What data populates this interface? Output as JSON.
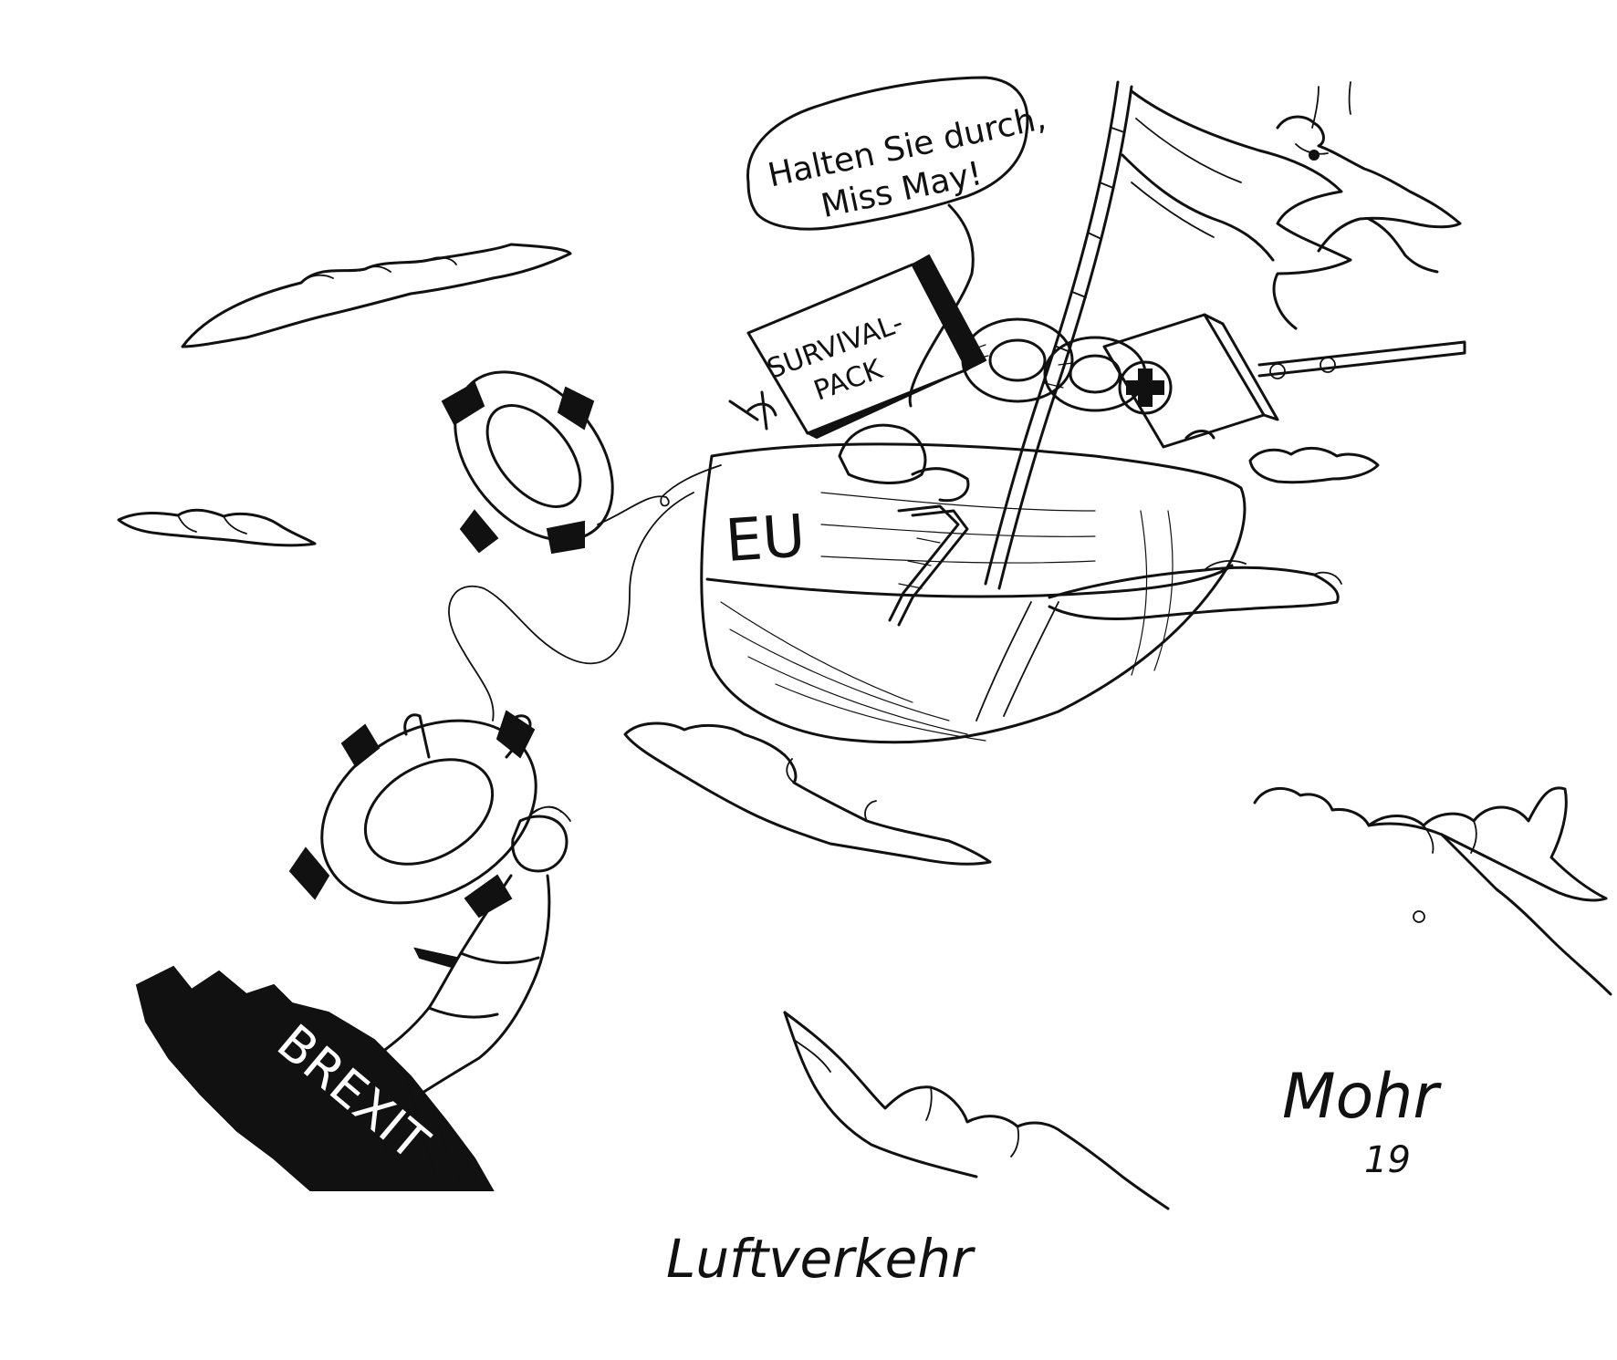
{
  "cartoon": {
    "speech_bubble": {
      "line1": "Halten Sie durch,",
      "line2": "Miss May!"
    },
    "box_label": {
      "line1": "SURVIVAL-",
      "line2": "PACK"
    },
    "boat_label": "EU",
    "cliff_label": "BREXIT",
    "signature": "Mohr",
    "signature_year": "19",
    "caption": "Luftverkehr",
    "colors": {
      "ink": "#111111",
      "paper": "#ffffff"
    }
  }
}
